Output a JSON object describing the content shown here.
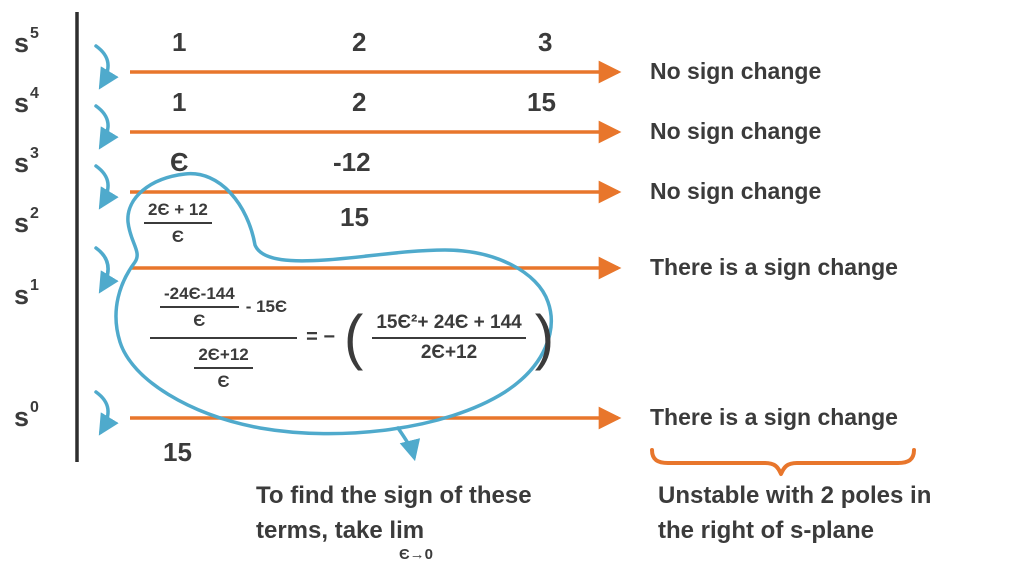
{
  "colors": {
    "orange": "#E8762C",
    "blue": "#4FAACC",
    "ink": "#3B3B3B"
  },
  "powers": [
    {
      "base": "s",
      "exp": "5"
    },
    {
      "base": "s",
      "exp": "4"
    },
    {
      "base": "s",
      "exp": "3"
    },
    {
      "base": "s",
      "exp": "2"
    },
    {
      "base": "s",
      "exp": "1"
    },
    {
      "base": "s",
      "exp": "0"
    }
  ],
  "table": {
    "s5": {
      "c1": "1",
      "c2": "2",
      "c3": "3"
    },
    "s4": {
      "c1": "1",
      "c2": "2",
      "c3": "15"
    },
    "s3": {
      "c1": "Є",
      "c2": "-12"
    },
    "s2": {
      "frac_num": "2Є + 12",
      "frac_den": "Є",
      "c2": "15"
    },
    "s1": {
      "num_frac_num": "-24Є-144",
      "num_frac_den": "Є",
      "num_rest": "- 15Є",
      "den_frac_num": "2Є+12",
      "den_frac_den": "Є",
      "equals": "= −",
      "paren_open": "(",
      "paren_close": ")",
      "result_num": "15Є²+ 24Є + 144",
      "result_den": "2Є+12"
    },
    "s0": {
      "c1": "15"
    }
  },
  "sign_labels": [
    "No sign change",
    "No sign change",
    "No sign change",
    "There is a sign change",
    "There is a sign change"
  ],
  "annotations": {
    "lim_line1": "To find the sign of these",
    "lim_line2": "terms, take lim",
    "lim_sub": "Є→0",
    "unstable_line1": "Unstable with 2 poles in",
    "unstable_line2": "the right of s-plane"
  }
}
